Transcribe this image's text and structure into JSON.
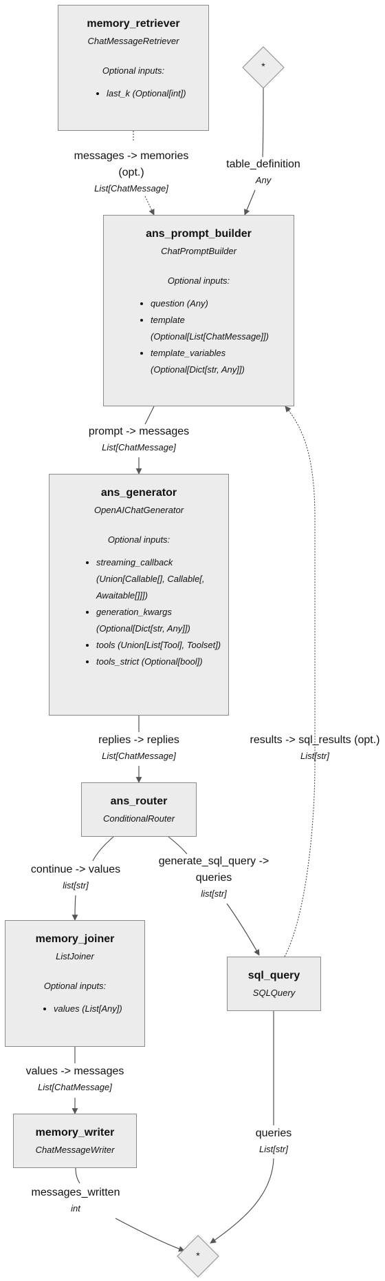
{
  "nodes": {
    "memory_retriever": {
      "name": "memory_retriever",
      "type": "ChatMessageRetriever",
      "optional_title": "Optional inputs:",
      "optional": [
        "last_k (Optional[int])"
      ]
    },
    "ans_prompt_builder": {
      "name": "ans_prompt_builder",
      "type": "ChatPromptBuilder",
      "optional_title": "Optional inputs:",
      "optional": [
        "question (Any)",
        "template (Optional[List[ChatMessage]])",
        "template_variables (Optional[Dict[str, Any]])"
      ]
    },
    "ans_generator": {
      "name": "ans_generator",
      "type": "OpenAIChatGenerator",
      "optional_title": "Optional inputs:",
      "optional": [
        "streaming_callback (Union[Callable[], Callable[, Awaitable[]]])",
        "generation_kwargs (Optional[Dict[str, Any]])",
        "tools (Union[List[Tool], Toolset])",
        "tools_strict (Optional[bool])"
      ]
    },
    "ans_router": {
      "name": "ans_router",
      "type": "ConditionalRouter"
    },
    "memory_joiner": {
      "name": "memory_joiner",
      "type": "ListJoiner",
      "optional_title": "Optional inputs:",
      "optional": [
        "values (List[Any])"
      ]
    },
    "sql_query": {
      "name": "sql_query",
      "type": "SQLQuery"
    },
    "memory_writer": {
      "name": "memory_writer",
      "type": "ChatMessageWriter"
    }
  },
  "terminals": {
    "input_symbol": "*",
    "output_symbol": "*"
  },
  "edges": {
    "retriever_to_builder": {
      "name": "messages -> memories (opt.)",
      "type": "List[ChatMessage]"
    },
    "table_definition": {
      "name": "table_definition",
      "type": "Any"
    },
    "builder_to_generator": {
      "name": "prompt -> messages",
      "type": "List[ChatMessage]"
    },
    "generator_to_router": {
      "name": "replies -> replies",
      "type": "List[ChatMessage]"
    },
    "router_to_joiner": {
      "name": "continue -> values",
      "type": "list[str]"
    },
    "router_to_sql": {
      "name": "generate_sql_query -> queries",
      "type": "list[str]"
    },
    "sql_to_builder": {
      "name": "results -> sql_results (opt.)",
      "type": "List[str]"
    },
    "joiner_to_writer": {
      "name": "values -> messages",
      "type": "List[ChatMessage]"
    },
    "sql_queries_out": {
      "name": "queries",
      "type": "List[str]"
    },
    "writer_out": {
      "name": "messages_written",
      "type": "int"
    }
  }
}
